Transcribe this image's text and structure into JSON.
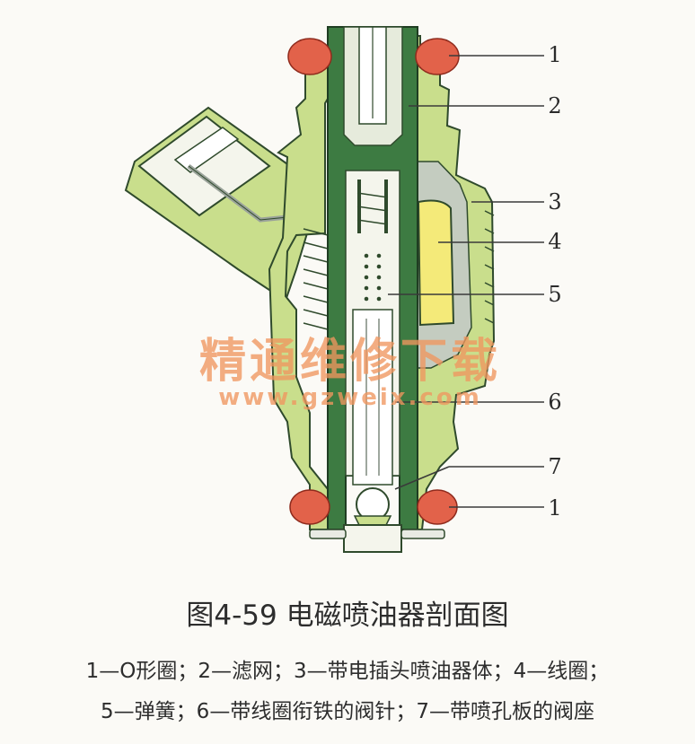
{
  "diagram": {
    "colors": {
      "body_green": "#c9de8c",
      "dark_green": "#3d7b42",
      "oring_red": "#e2624a",
      "coil_yellow": "#f4ea79",
      "metal_white": "#f4f5ec",
      "line_dark": "#2f4a2c"
    },
    "callouts": [
      "1",
      "2",
      "3",
      "4",
      "5",
      "6",
      "7",
      "1"
    ]
  },
  "watermark": {
    "main": "精通维修下载",
    "url": "www.gzweix.com"
  },
  "caption": {
    "title": "图4-59  电磁喷油器剖面图",
    "legend_line_1": "1—O形圈；2—滤网；3—带电插头喷油器体；4—线圈；",
    "legend_line_2": "5—弹簧；6—带线圈衔铁的阀针；7—带喷孔板的阀座"
  }
}
